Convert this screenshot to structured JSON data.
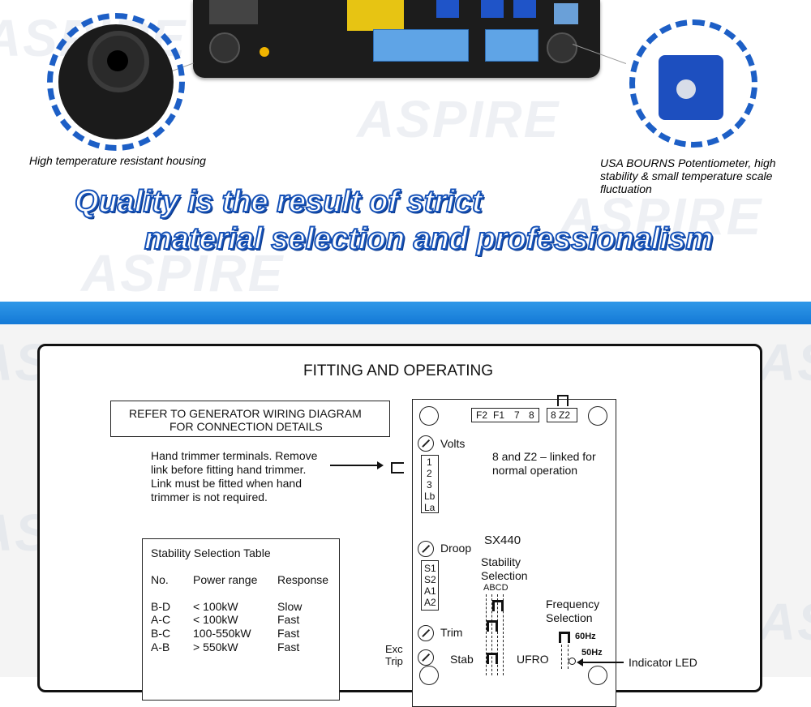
{
  "watermark": {
    "brand": "ASPIRE"
  },
  "features": {
    "housing_caption": "High temperature resistant housing",
    "pot_caption_line1": "USA BOURNS Potentiometer, high",
    "pot_caption_line2": "stability & small temperature scale",
    "pot_caption_line3": "fluctuation"
  },
  "slogan": {
    "line1": "Quality is the result of strict",
    "line2": "material selection and professionalism"
  },
  "diagram": {
    "title": "FITTING AND OPERATING",
    "refer_line1": "REFER TO GENERATOR WIRING DIAGRAM",
    "refer_line2": "FOR CONNECTION DETAILS",
    "hand_line1": "Hand trimmer terminals. Remove",
    "hand_line2": "link before fitting hand trimmer.",
    "hand_line3": "Link must be fitted when hand",
    "hand_line4": "trimmer is not required.",
    "link_note_line1": "8 and Z2 – linked for",
    "link_note_line2": "normal operation",
    "terminals_top": [
      "F2",
      "F1",
      "7",
      "8"
    ],
    "terminal_8z2": "8 Z2",
    "volts": "Volts",
    "volts_terms": [
      "1",
      "2",
      "3",
      "Lb",
      "La"
    ],
    "droop": "Droop",
    "model": "SX440",
    "stability_line1": "Stability",
    "stability_line2": "Selection",
    "stability_terms": [
      "S1",
      "S2",
      "A1",
      "A2"
    ],
    "abcd": "ABCD",
    "trim": "Trim",
    "frequency_line1": "Frequency",
    "frequency_line2": "Selection",
    "hz60": "60Hz",
    "hz50": "50Hz",
    "exc_line1": "Exc",
    "exc_line2": "Trip",
    "stab": "Stab",
    "ufro": "UFRO",
    "indicator": "Indicator LED",
    "table": {
      "title": "Stability Selection  Table",
      "headers": [
        "No.",
        "Power range",
        "Response"
      ],
      "rows": [
        [
          "B-D",
          "< 100kW",
          "Slow"
        ],
        [
          "A-C",
          "< 100kW",
          "Fast"
        ],
        [
          "B-C",
          "100-550kW",
          "Fast"
        ],
        [
          "A-B",
          "> 550kW",
          "Fast"
        ]
      ]
    }
  }
}
